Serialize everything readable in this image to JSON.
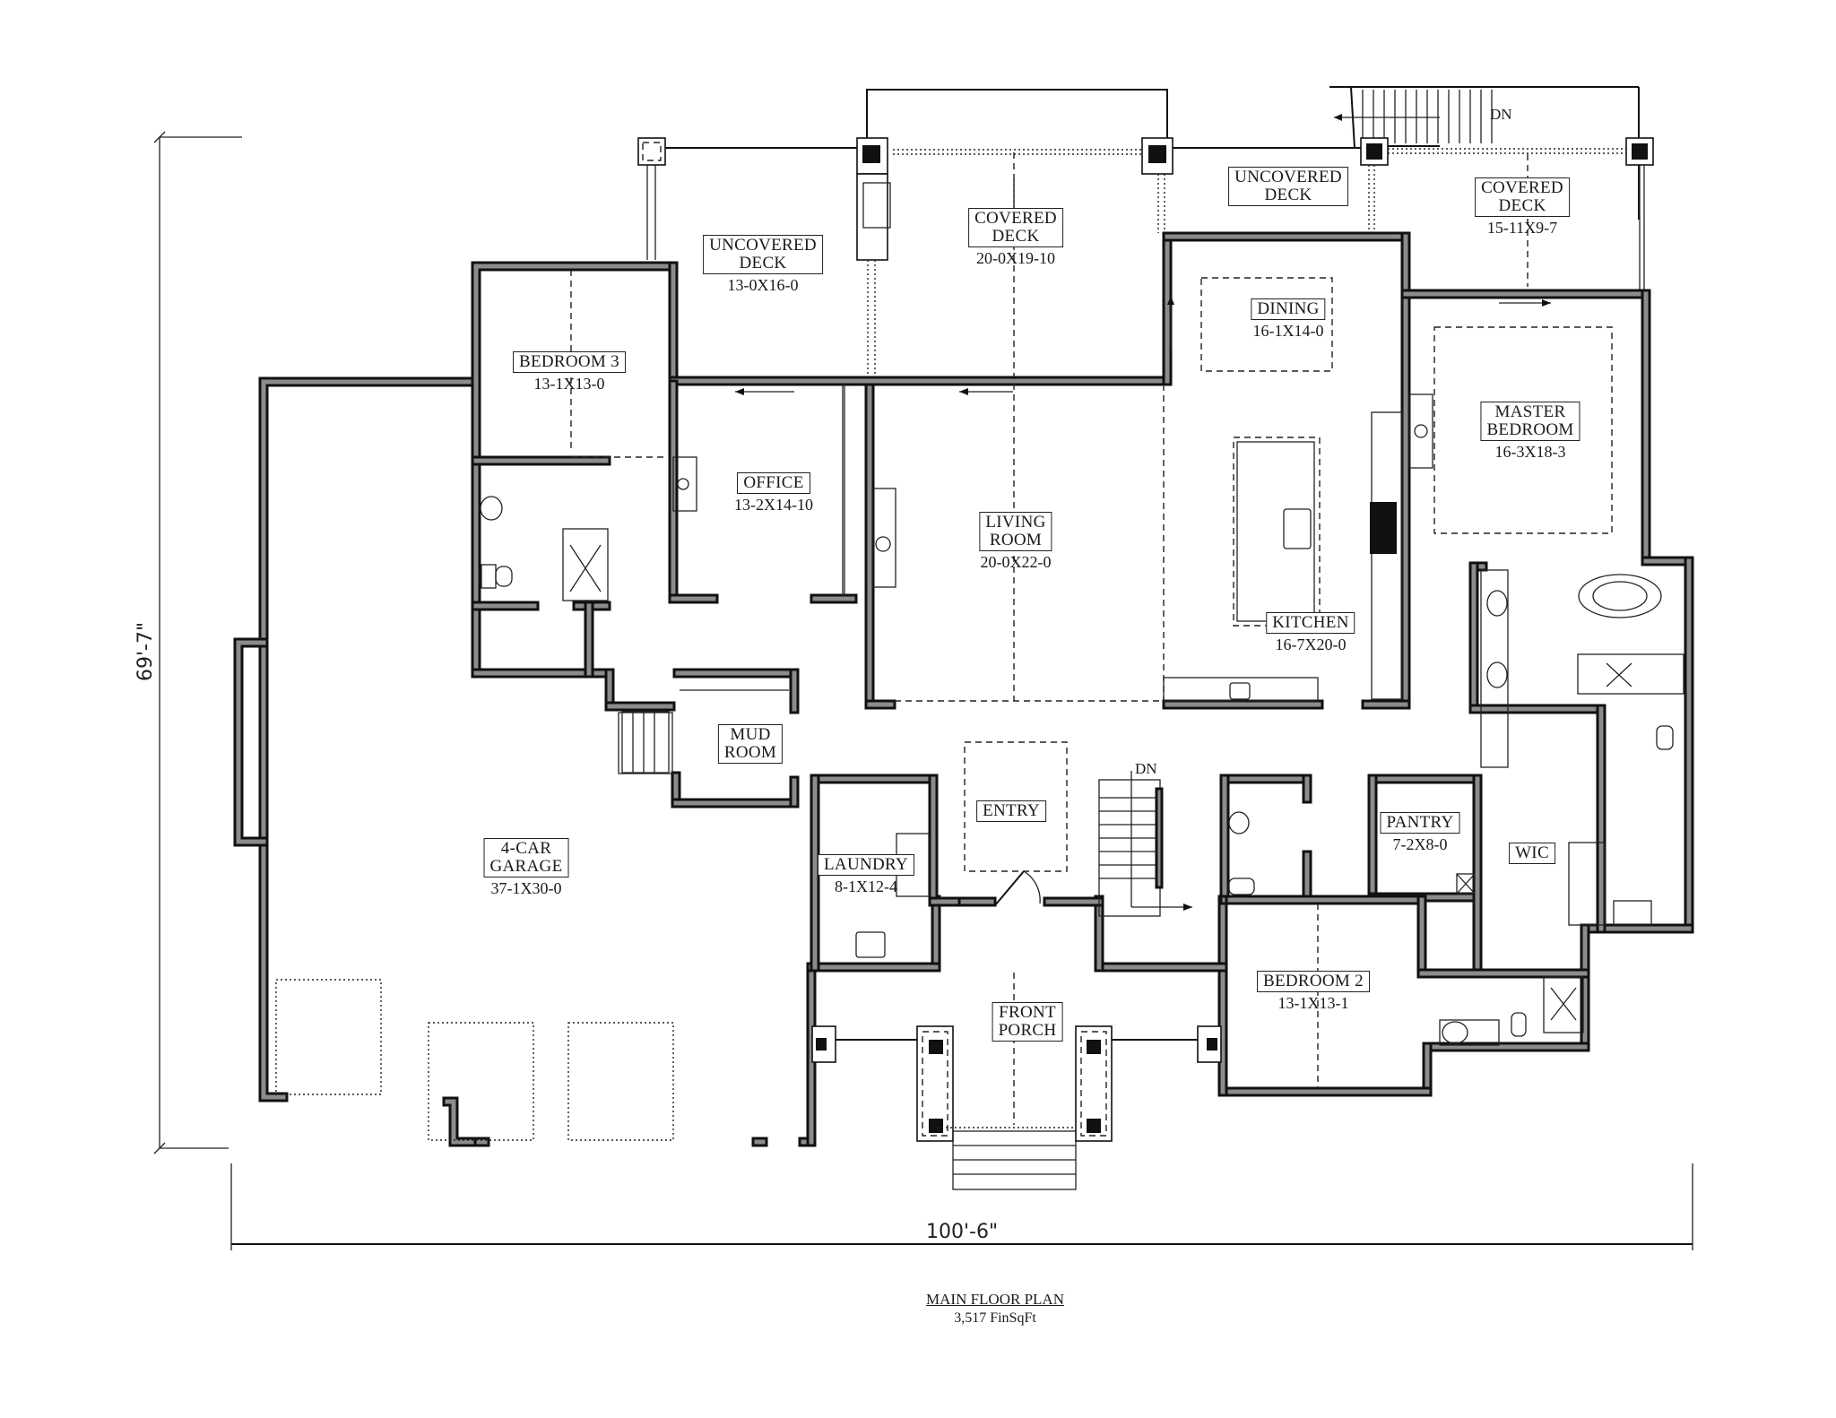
{
  "plan": {
    "title": "MAIN FLOOR PLAN",
    "finished_area": "3,517 FinSqFt",
    "overall_width": "100'-6\"",
    "overall_depth": "69'-7\"",
    "stair_labels": {
      "deck_stair": "DN",
      "interior_stair": "DN"
    }
  },
  "rooms": [
    {
      "id": "uncovered-deck-left",
      "name": "UNCOVERED\nDECK",
      "line1": "UNCOVERED",
      "line2": "DECK",
      "dim": "13-0X16-0"
    },
    {
      "id": "covered-deck-center",
      "line1": "COVERED",
      "line2": "DECK",
      "dim": "20-0X19-10"
    },
    {
      "id": "uncovered-deck-right",
      "line1": "UNCOVERED",
      "line2": "DECK",
      "dim": ""
    },
    {
      "id": "covered-deck-right",
      "line1": "COVERED",
      "line2": "DECK",
      "dim": "15-11X9-7"
    },
    {
      "id": "bedroom-3",
      "line1": "BEDROOM 3",
      "line2": "",
      "dim": "13-1X13-0"
    },
    {
      "id": "office",
      "line1": "OFFICE",
      "line2": "",
      "dim": "13-2X14-10"
    },
    {
      "id": "living-room",
      "line1": "LIVING",
      "line2": "ROOM",
      "dim": "20-0X22-0"
    },
    {
      "id": "dining",
      "line1": "DINING",
      "line2": "",
      "dim": "16-1X14-0"
    },
    {
      "id": "kitchen",
      "line1": "KITCHEN",
      "line2": "",
      "dim": "16-7X20-0"
    },
    {
      "id": "master-bedroom",
      "line1": "MASTER",
      "line2": "BEDROOM",
      "dim": "16-3X18-3"
    },
    {
      "id": "mud-room",
      "line1": "MUD",
      "line2": "ROOM",
      "dim": ""
    },
    {
      "id": "entry",
      "line1": "ENTRY",
      "line2": "",
      "dim": ""
    },
    {
      "id": "laundry",
      "line1": "LAUNDRY",
      "line2": "",
      "dim": "8-1X12-4"
    },
    {
      "id": "garage",
      "line1": "4-CAR",
      "line2": "GARAGE",
      "dim": "37-1X30-0"
    },
    {
      "id": "front-porch",
      "line1": "FRONT",
      "line2": "PORCH",
      "dim": ""
    },
    {
      "id": "pantry",
      "line1": "PANTRY",
      "line2": "",
      "dim": "7-2X8-0"
    },
    {
      "id": "wic",
      "line1": "WIC",
      "line2": "",
      "dim": ""
    },
    {
      "id": "bedroom-2",
      "line1": "BEDROOM 2",
      "line2": "",
      "dim": "13-1X13-1"
    }
  ],
  "colors": {
    "wall_fill": "#8c8c8c",
    "line": "#111111",
    "background": "#ffffff"
  }
}
